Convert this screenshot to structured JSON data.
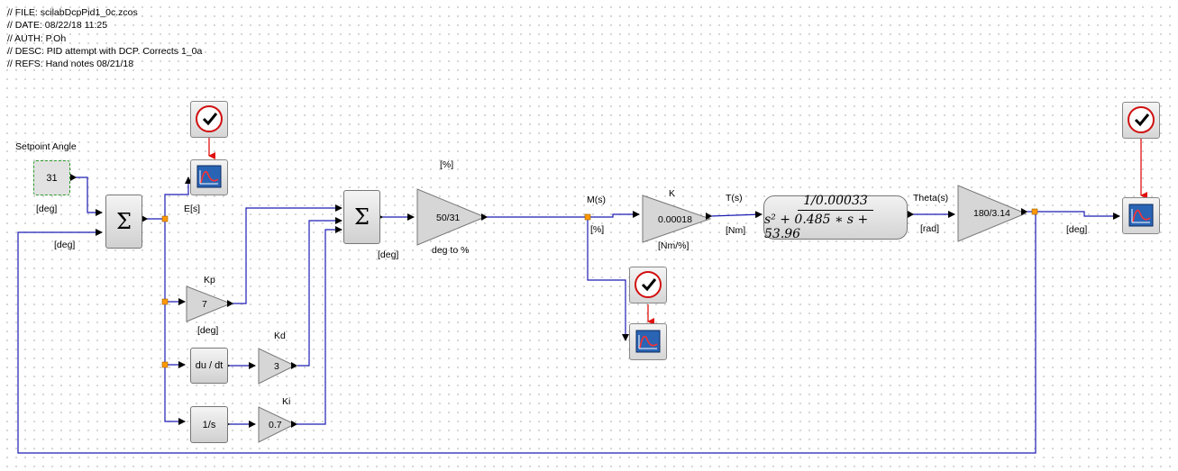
{
  "header": [
    "// FILE: scilabDcpPid1_0c.zcos",
    "// DATE: 08/22/18 11:25",
    "// AUTH: P.Oh",
    "// DESC: PID attempt with DCP. Corrects 1_0a",
    "// REFS: Hand notes 08/21/18"
  ],
  "setpoint": {
    "title": "Setpoint Angle",
    "value": "31",
    "unit": "[deg]"
  },
  "sum1": {
    "symbol": "Σ",
    "feedback_label": "[deg]"
  },
  "error_label": "E[s]",
  "kp": {
    "name": "Kp",
    "value": "7",
    "unit": "[deg]"
  },
  "derivative": {
    "label": "du / dt"
  },
  "kd": {
    "name": "Kd",
    "value": "3"
  },
  "integral": {
    "label": "1/s"
  },
  "ki": {
    "name": "Ki",
    "value": "0.7"
  },
  "sum2": {
    "symbol": "Σ",
    "unit": "[deg]"
  },
  "pct_label": "[%]",
  "gain_deg_to_pct": {
    "value": "50/31",
    "caption": "deg to %"
  },
  "m_signal": {
    "name": "M(s)",
    "unit": "[%]"
  },
  "k_gain": {
    "name": "K",
    "value": "0.00018",
    "unit": "[Nm/%]"
  },
  "t_signal": {
    "name": "T(s)",
    "unit": "[Nm]"
  },
  "transfer_function": {
    "numerator": "1/0.00033",
    "denominator": "s² + 0.485 ∗ s + 53.96"
  },
  "theta_signal": {
    "name": "Theta(s)",
    "unit": "[rad]"
  },
  "rad_to_deg": {
    "value": "180/3.14"
  },
  "output_unit": "[deg]",
  "colors": {
    "wire": "#1c1cb4",
    "event": "#e01010",
    "split": "#ff9900"
  }
}
